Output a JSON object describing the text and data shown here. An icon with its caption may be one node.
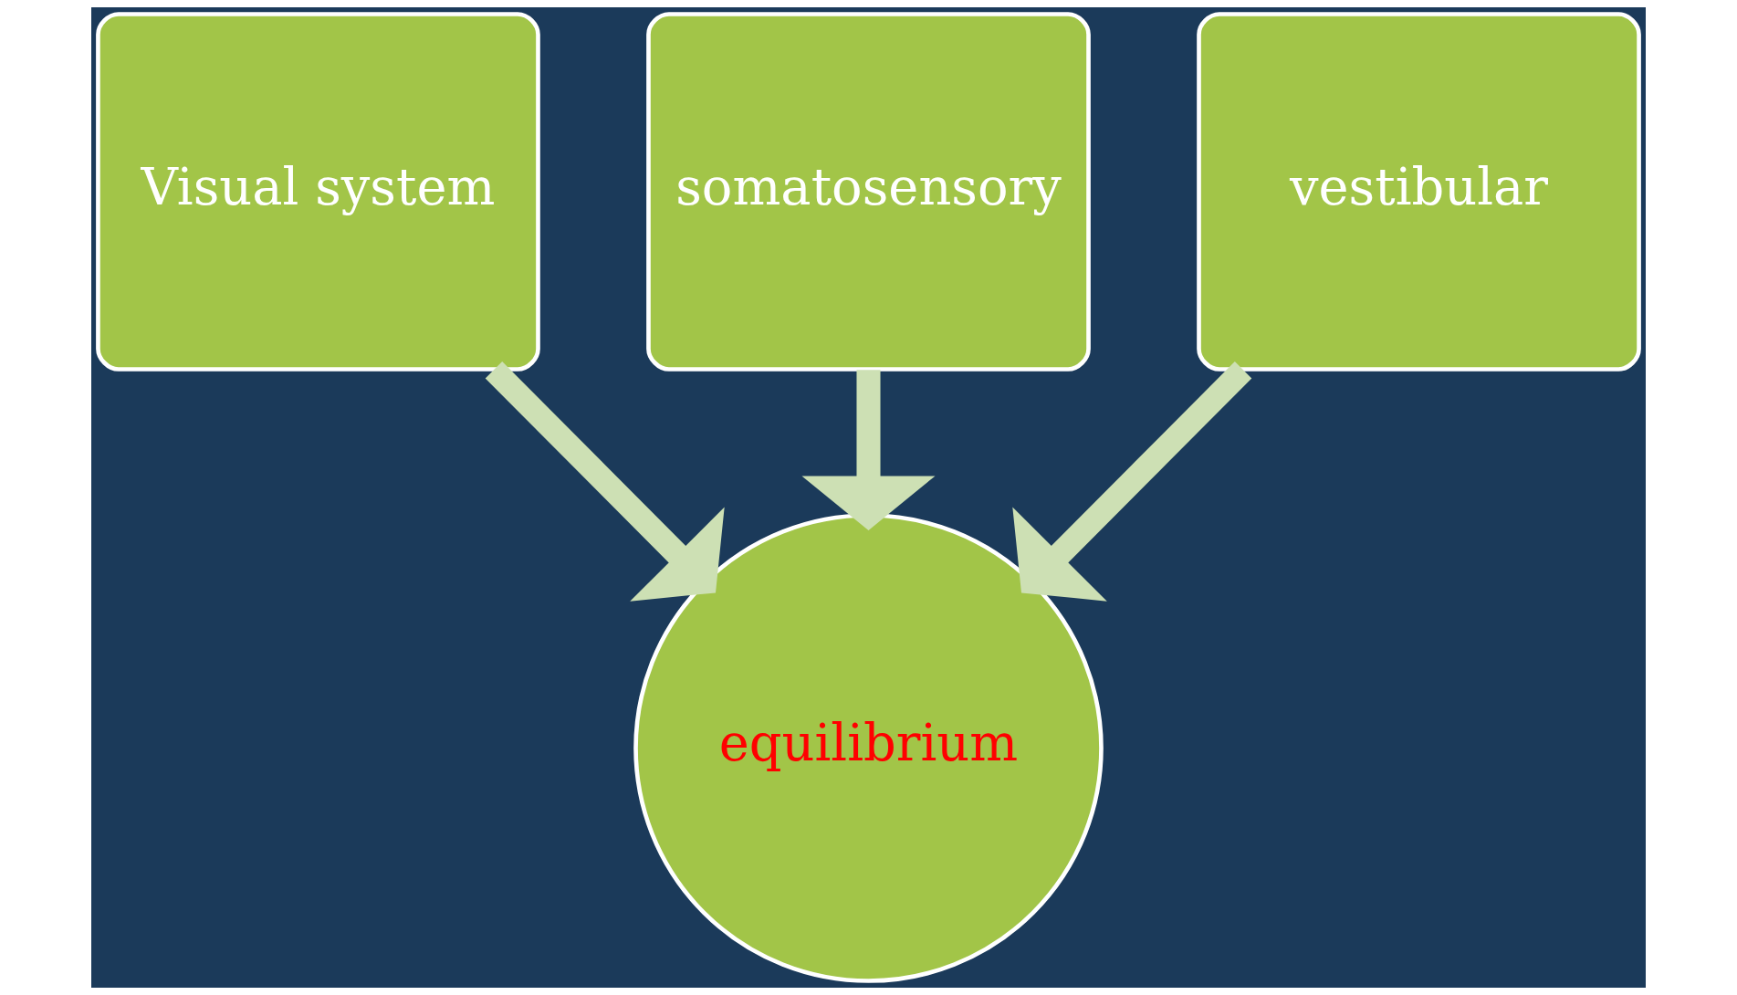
{
  "diagram": {
    "nodes": [
      {
        "text": [
          "Visual system"
        ]
      },
      {
        "text": [
          "somatosensory"
        ]
      },
      {
        "text": [
          "vestibular"
        ]
      },
      {
        "text": [
          "equilibrium"
        ]
      }
    ],
    "edges": [
      {
        "from": 0,
        "to": 3,
        "arrow": "to"
      },
      {
        "from": 1,
        "to": 3,
        "arrow": "to"
      },
      {
        "from": 2,
        "to": 3,
        "arrow": "to"
      }
    ]
  }
}
